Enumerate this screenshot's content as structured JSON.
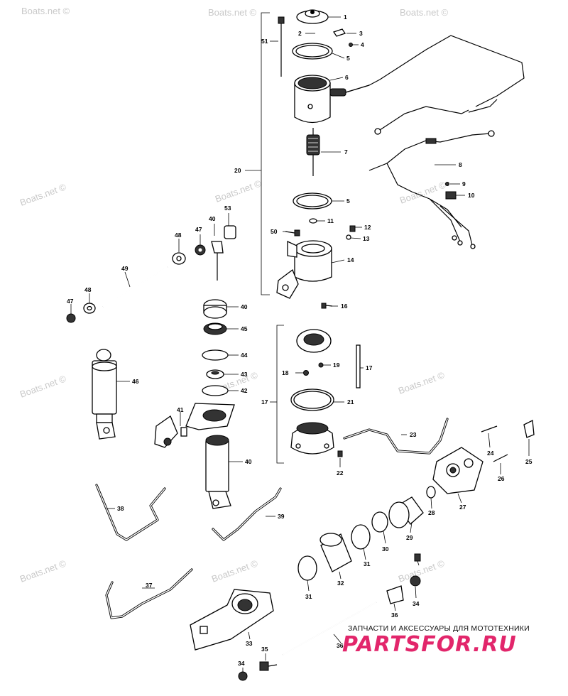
{
  "watermark": {
    "text": "Boats.net ©"
  },
  "footer": {
    "caption": "ЗАПЧАСТИ И АКСЕССУАРЫ ДЛЯ МОТОТЕХНИКИ",
    "logo": "PARTSFOR.RU",
    "logo_color": "#e2266b"
  },
  "callouts": {
    "n1": "1",
    "n2": "2",
    "n3": "3",
    "n4": "4",
    "n5": "5",
    "n6": "6",
    "n7": "7",
    "n8": "8",
    "n9": "9",
    "n10": "10",
    "n11": "11",
    "n12": "12",
    "n13": "13",
    "n14": "14",
    "n16": "16",
    "n17": "17",
    "n18": "18",
    "n19": "19",
    "n20": "20",
    "n21": "21",
    "n22": "22",
    "n23": "23",
    "n24": "24",
    "n25": "25",
    "n26": "26",
    "n27": "27",
    "n28": "28",
    "n29": "29",
    "n30": "30",
    "n31": "31",
    "n32": "32",
    "n33": "33",
    "n34": "34",
    "n35": "35",
    "n36": "36",
    "n37": "37",
    "n38": "38",
    "n39": "39",
    "n40": "40",
    "n41": "41",
    "n42": "42",
    "n43": "43",
    "n44": "44",
    "n45": "45",
    "n46": "46",
    "n47": "47",
    "n48": "48",
    "n49": "49",
    "n50": "50",
    "n51": "51",
    "n53": "53"
  }
}
